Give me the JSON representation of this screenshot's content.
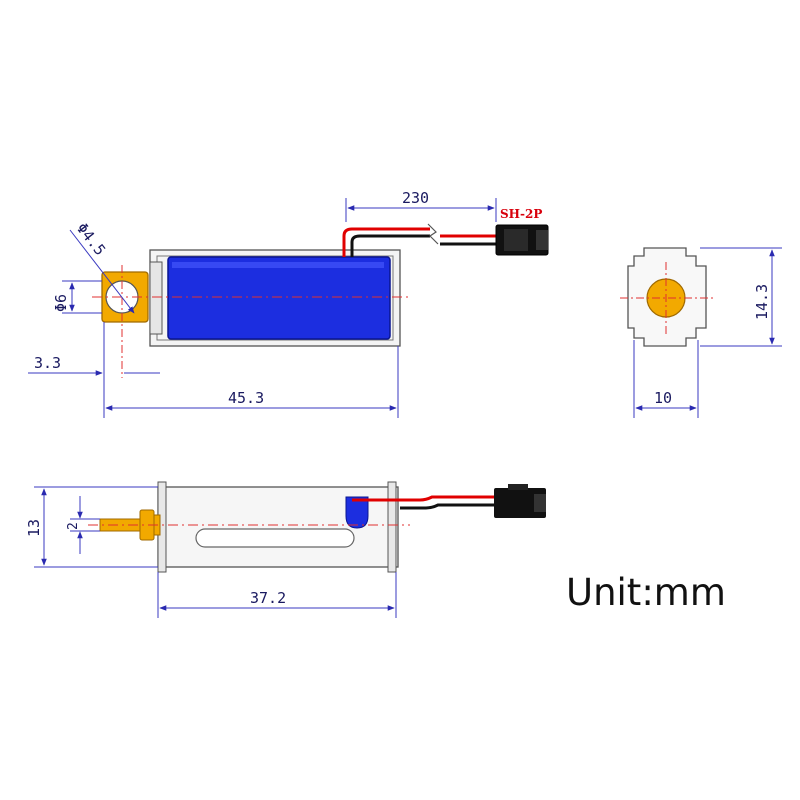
{
  "labels": {
    "wire_length": "230",
    "connector": "SH-2P",
    "pin_hole_dia": "Φ4.5",
    "pin_dia": "Φ6",
    "pin_offset": "3.3",
    "overall_length": "45.3",
    "body_height": "14.3",
    "body_width": "10",
    "side_height": "13",
    "plunger_dia": "2",
    "side_length": "37.2",
    "unit": "Unit:mm"
  },
  "colors": {
    "coil": "#1c2ee0",
    "brass": "#f2a900",
    "wire_red": "#e00000",
    "wire_black": "#111111",
    "dimension": "#3a3ac0",
    "centerline": "#e03030",
    "frame": "#555555"
  }
}
